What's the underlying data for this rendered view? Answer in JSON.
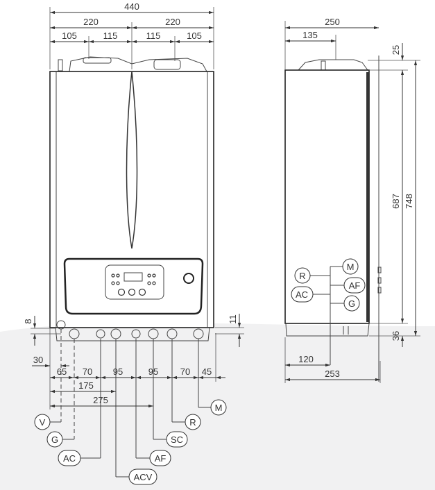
{
  "front_view": {
    "top_dims": {
      "total": "440",
      "half_left": "220",
      "half_right": "220",
      "q1": "105",
      "q2": "115",
      "q3": "115",
      "q4": "105"
    },
    "left_offset": "8",
    "right_offset": "11",
    "bottom_dims": {
      "d30": "30",
      "d65": "65",
      "d70a": "70",
      "d95a": "95",
      "d95b": "95",
      "d70b": "70",
      "d45": "45",
      "d175": "175",
      "d275": "275"
    },
    "connections": [
      "V",
      "G",
      "AC",
      "ACV",
      "AF",
      "SC",
      "R",
      "M"
    ]
  },
  "side_view": {
    "dims": {
      "depth": "250",
      "flue": "135",
      "top": "25",
      "height_body": "687",
      "height_total": "748",
      "bottom": "36",
      "conn_depth": "120",
      "total_depth": "253"
    },
    "connections": {
      "m": "M",
      "r": "R",
      "af": "AF",
      "ac": "AC",
      "g": "G"
    }
  }
}
